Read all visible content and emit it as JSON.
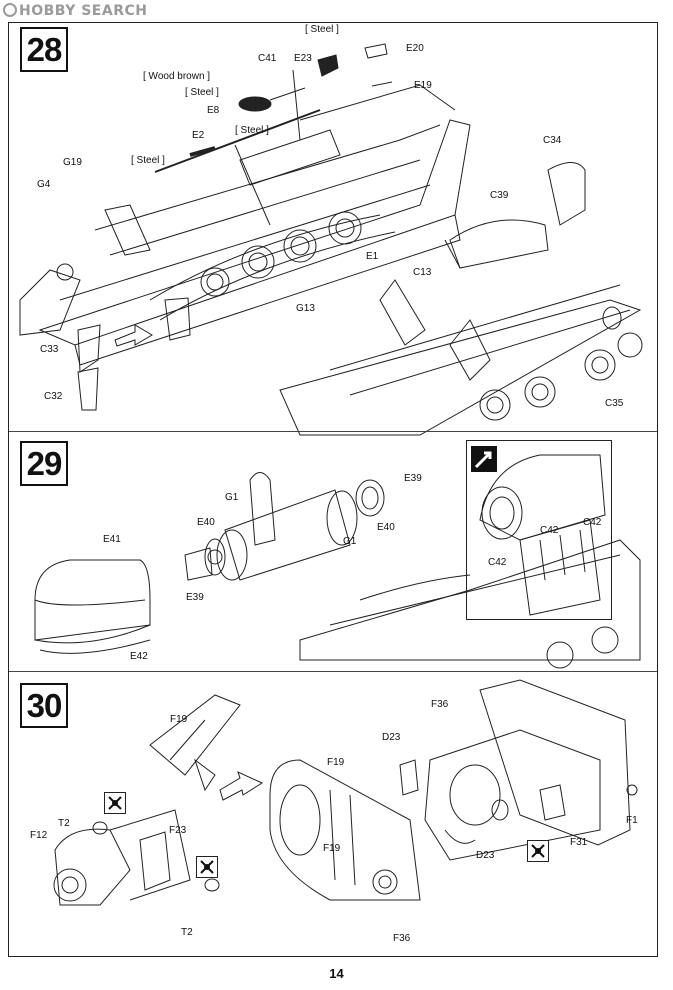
{
  "watermark": "HOBBY SEARCH",
  "page_number": "14",
  "steps": [
    {
      "number": "28"
    },
    {
      "number": "29"
    },
    {
      "number": "30"
    }
  ],
  "labels": {
    "s28": {
      "steel_top": "[ Steel ]",
      "e20": "E20",
      "c41": "C41",
      "e23": "E23",
      "e19": "E19",
      "wood_brown": "[ Wood brown ]",
      "steel_e8": "[ Steel ]",
      "e8": "E8",
      "steel_mid": "[ Steel ]",
      "e2": "E2",
      "steel_left": "[ Steel ]",
      "g19": "G19",
      "g4": "G4",
      "c34": "C34",
      "c39": "C39",
      "e1": "E1",
      "c13": "C13",
      "g13": "G13",
      "c33": "C33",
      "c32": "C32",
      "c35": "C35"
    },
    "s29": {
      "g1_top": "G1",
      "e39_right": "E39",
      "e40_left": "E40",
      "e40_right": "E40",
      "g1_right": "G1",
      "e41": "E41",
      "e39_left": "E39",
      "e42": "E42",
      "c42_a": "C42",
      "c42_b": "C42",
      "c42_c": "C42"
    },
    "s30": {
      "f19_top": "F19",
      "f36_top": "F36",
      "d23_top": "D23",
      "f19_mid": "F19",
      "f1": "F1",
      "t2_top": "T2",
      "f23": "F23",
      "f12": "F12",
      "f19_bottom": "F19",
      "f31": "F31",
      "d23_bottom": "D23",
      "t2_bottom": "T2",
      "f36_bottom": "F36"
    }
  },
  "icons": {
    "cement_icon": "tool-cement-icon",
    "reference_icon": "detail-reference-icon"
  },
  "colors": {
    "ink": "#111111",
    "watermark": "#9a9a9a"
  }
}
